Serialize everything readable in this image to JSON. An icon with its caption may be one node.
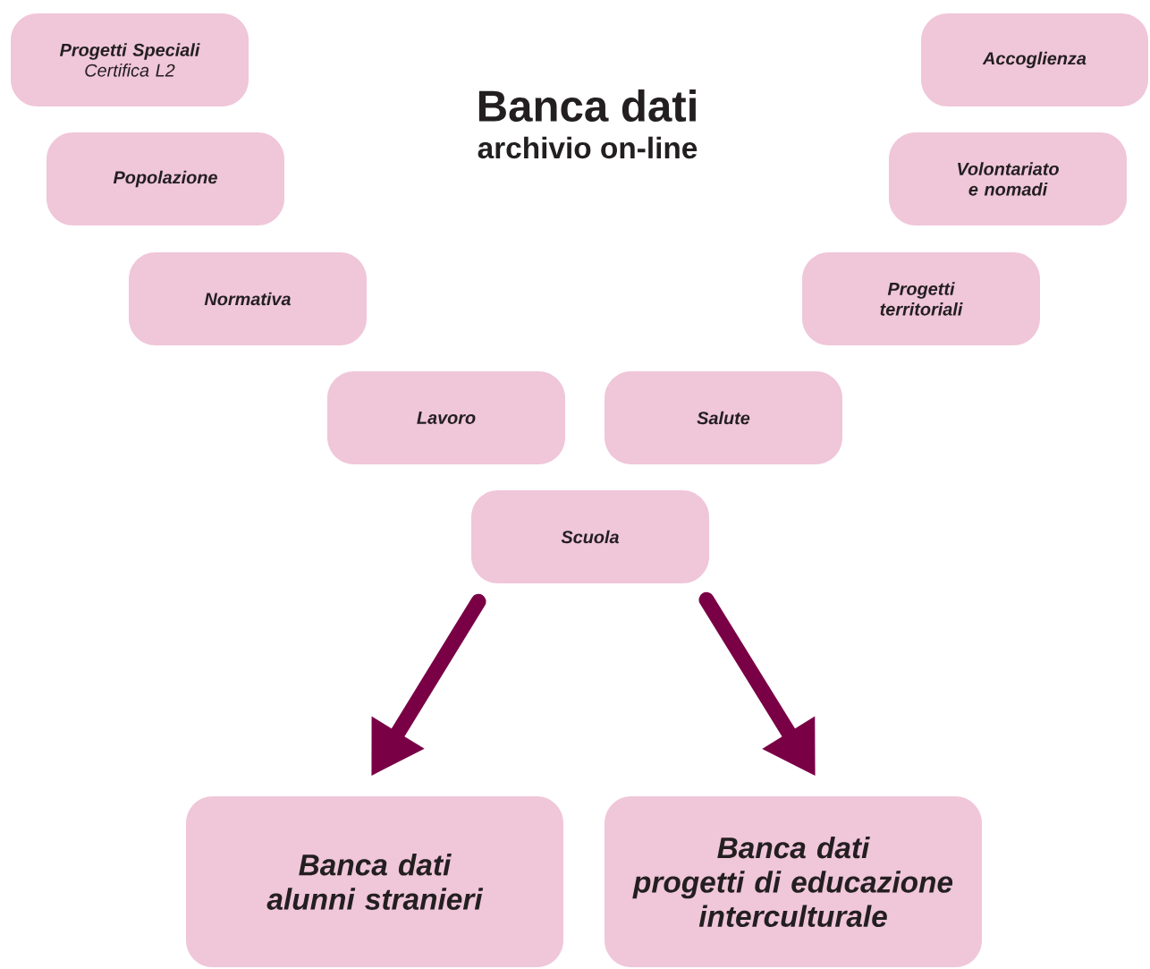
{
  "diagram": {
    "title": "Banca dati",
    "nodes": [
      {
        "text": [
          "Progetti Speciali",
          "Certifica L2"
        ]
      },
      {
        "text": [
          "Popolazione"
        ]
      },
      {
        "text": [
          "Normativa"
        ]
      },
      {
        "text": [
          "Lavoro"
        ]
      },
      {
        "text": [
          "Salute"
        ]
      },
      {
        "text": [
          "Scuola"
        ]
      },
      {
        "text": [
          "Accoglienza"
        ]
      },
      {
        "text": [
          "Volontariato e nomadi"
        ]
      },
      {
        "text": [
          "Progetti territoriali"
        ]
      },
      {
        "text": [
          "Banca dati",
          "alunni stranieri"
        ]
      },
      {
        "text": [
          "Banca dati",
          "progetti di educazione interculturale"
        ]
      }
    ],
    "edges": [
      {
        "from": 5,
        "to": 9,
        "arrow": "to"
      },
      {
        "from": 5,
        "to": 10,
        "arrow": "to"
      }
    ],
    "labels": [
      "archivio on-line"
    ]
  }
}
